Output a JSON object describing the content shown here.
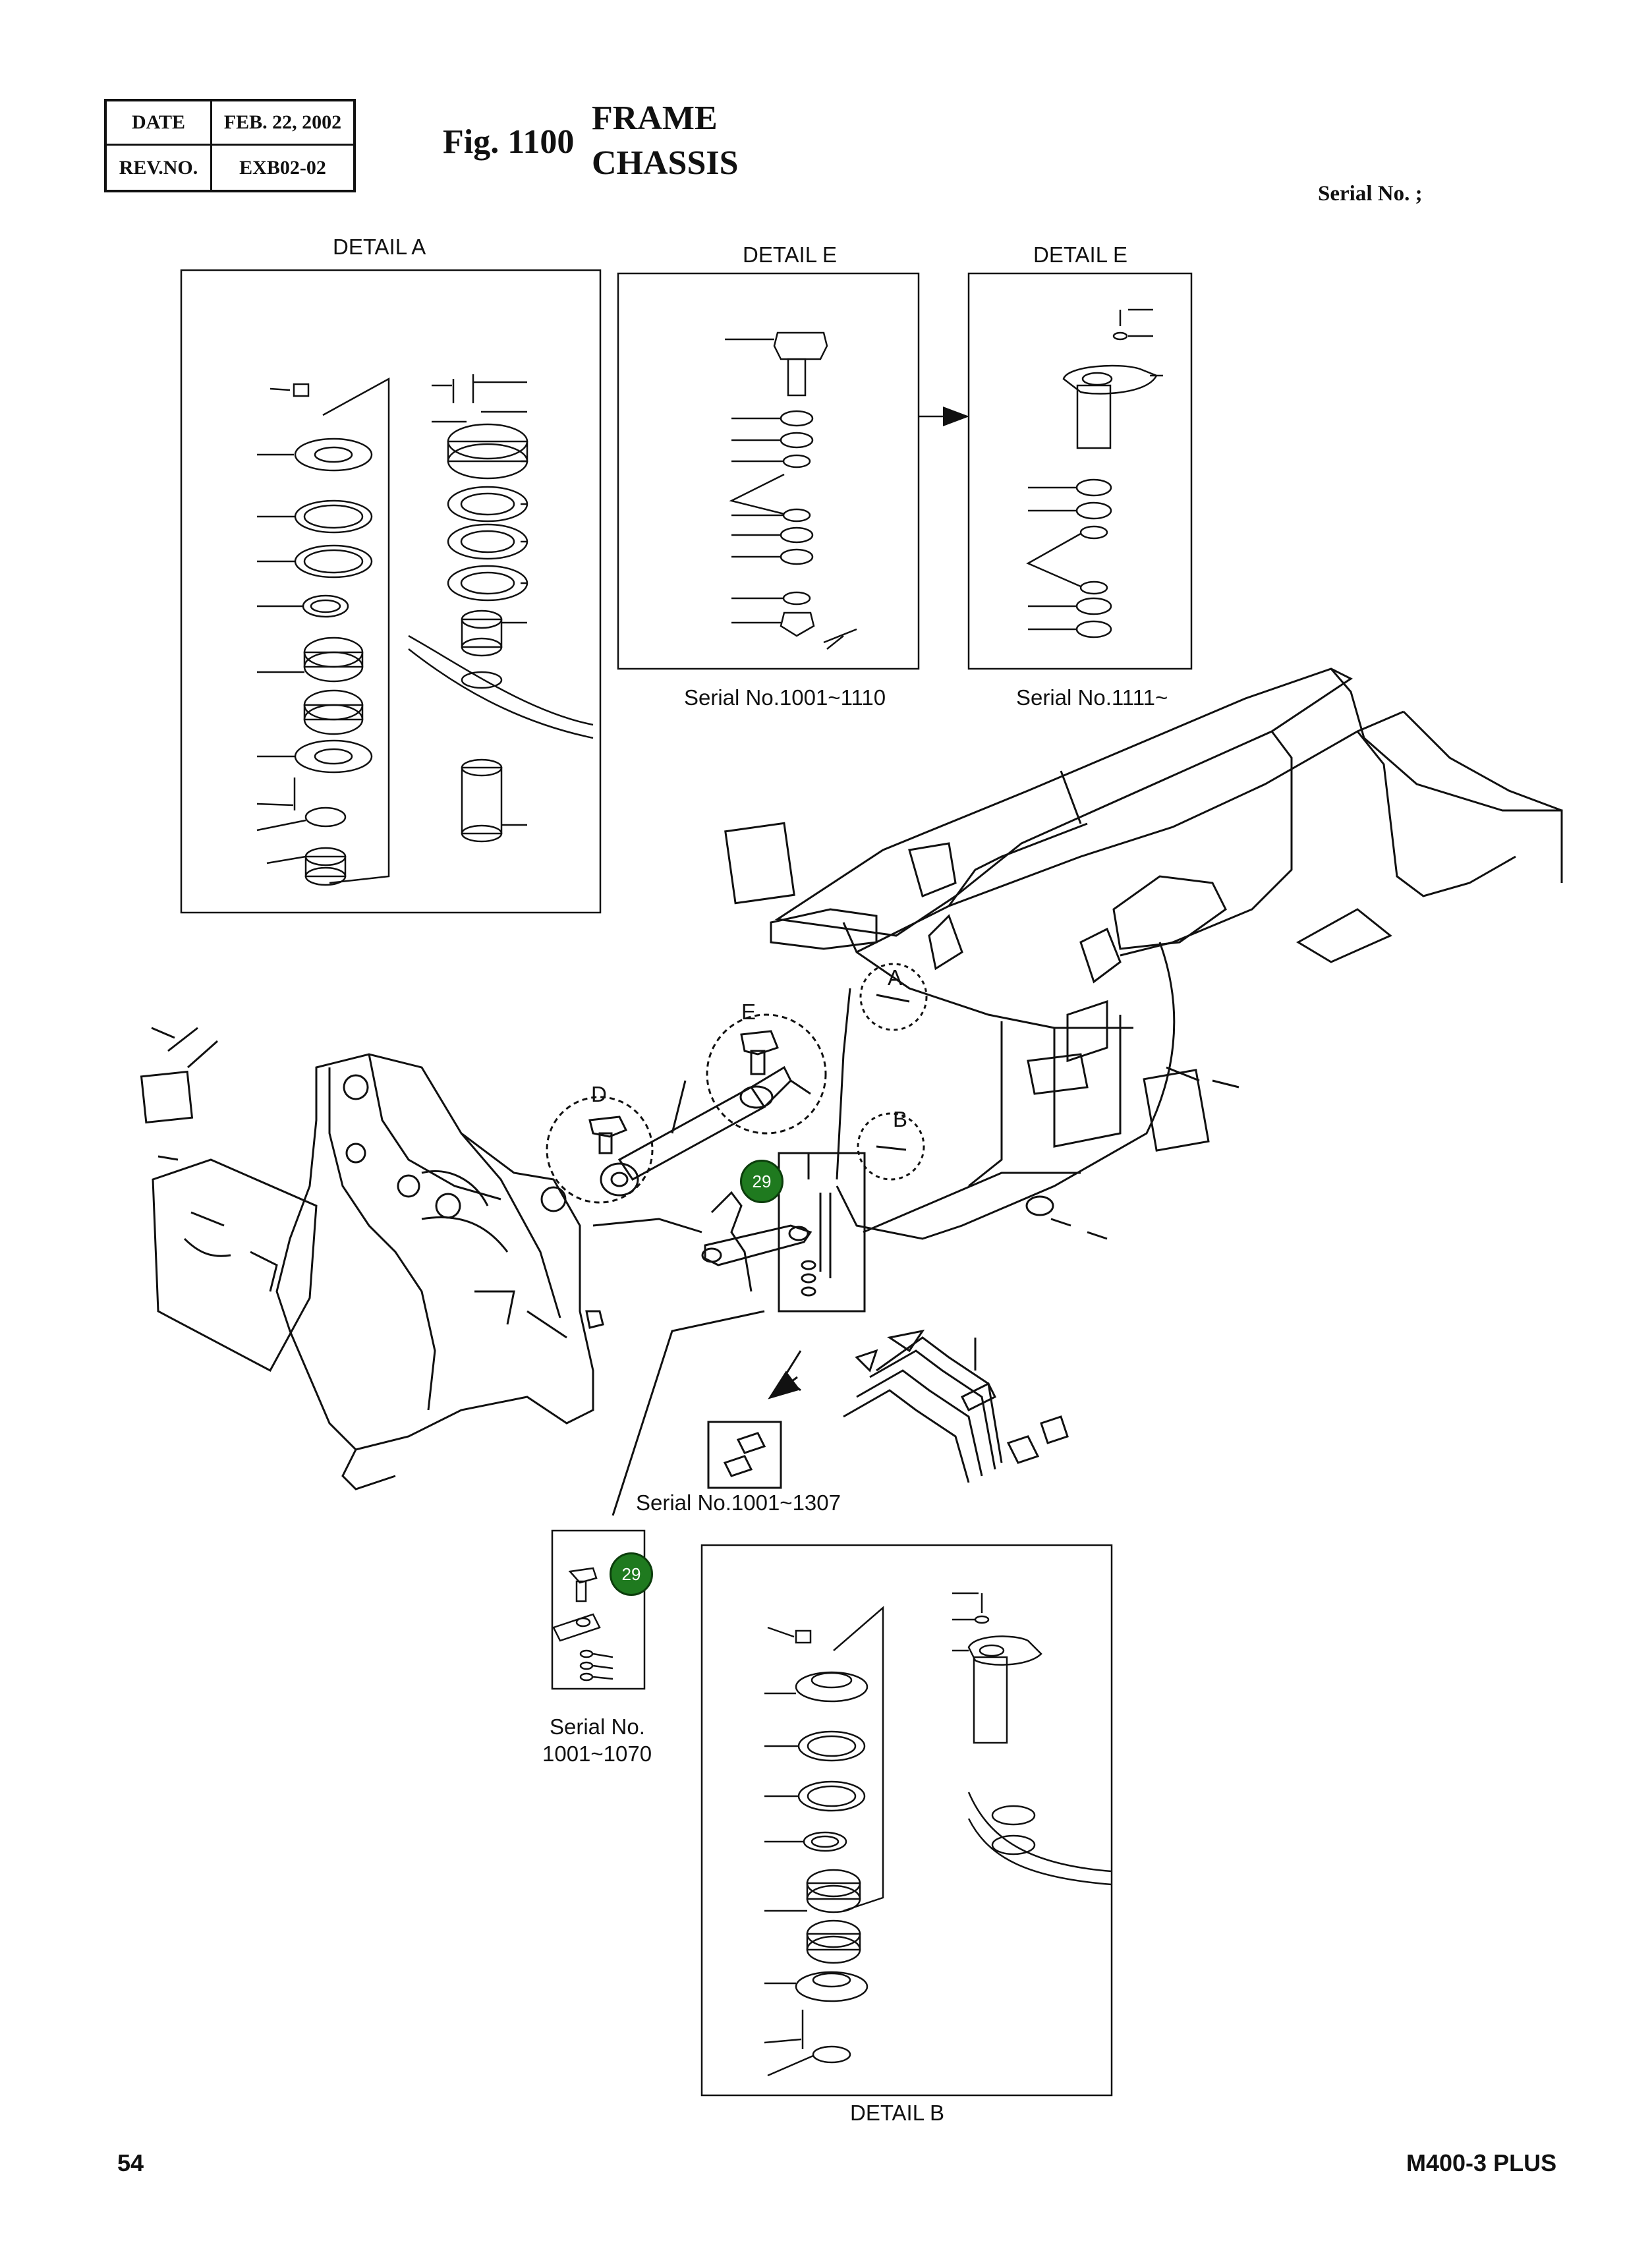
{
  "header": {
    "date_label": "DATE",
    "date_value": "FEB. 22, 2002",
    "rev_label": "REV.NO.",
    "rev_value": "EXB02-02",
    "fig_number": "Fig. 1100",
    "title_line1": "FRAME",
    "title_line2": "CHASSIS",
    "serial_label": "Serial No. ;"
  },
  "details": {
    "detail_a": "DETAIL A",
    "detail_e1": "DETAIL E",
    "detail_e2": "DETAIL E",
    "detail_b": "DETAIL B"
  },
  "serial_notes": {
    "e1": "Serial No.1001~1110",
    "e2": "Serial No.1111~",
    "hose": "Serial No.1001~1307",
    "link_line1": "Serial No.",
    "link_line2": "1001~1070"
  },
  "markers": {
    "a": "A",
    "b": "B",
    "d": "D",
    "e": "E"
  },
  "callouts": {
    "main": "29",
    "inset": "29"
  },
  "footer": {
    "page_number": "54",
    "model": "M400-3 PLUS"
  },
  "colors": {
    "line": "#111111",
    "callout_fill": "#1f7a1f",
    "callout_text": "#ffffff"
  }
}
